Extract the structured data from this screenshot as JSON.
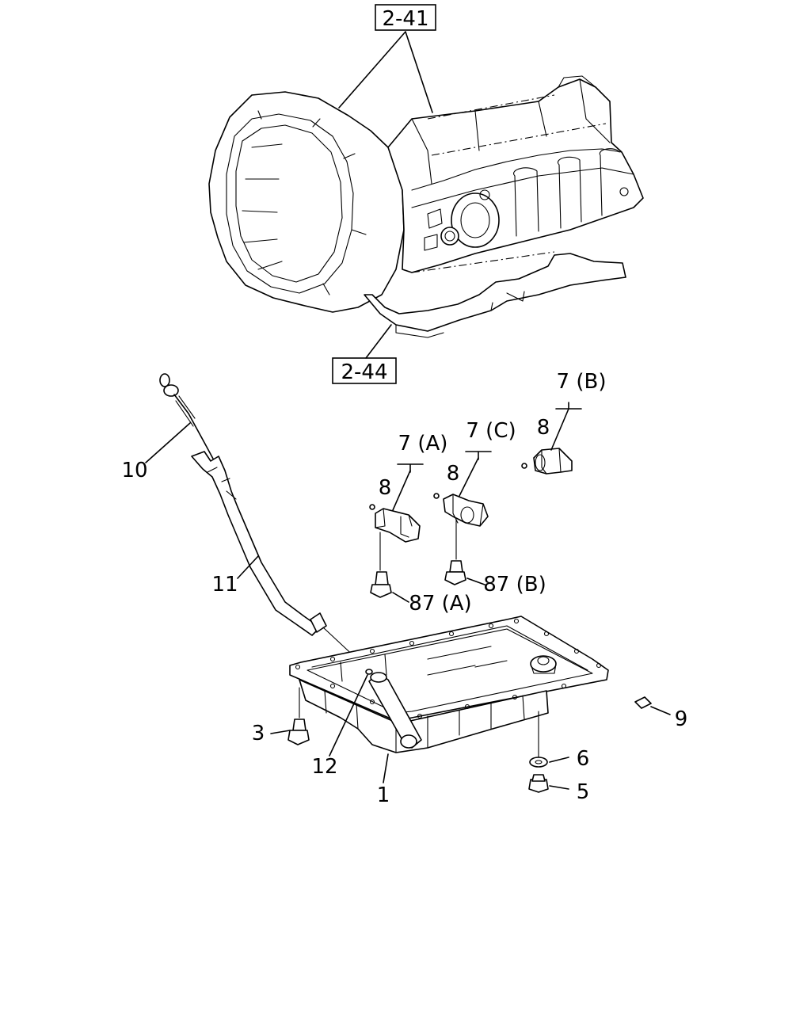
{
  "refs": {
    "transmission_ref": "2-41",
    "valve_body_ref": "2-44"
  },
  "callouts": {
    "oil_pan": "1",
    "pan_bolt": "3",
    "drain_plug": "5",
    "drain_gasket": "6",
    "solenoid_a": "7 (A)",
    "solenoid_b": "7 (B)",
    "solenoid_c": "7 (C)",
    "oring_a": "8",
    "oring_b": "8",
    "oring_c": "8",
    "magnet": "9",
    "dipstick": "10",
    "filler_tube": "11",
    "tube_oring": "12",
    "bolt_a": "87 (A)",
    "bolt_b": "87 (B)"
  }
}
